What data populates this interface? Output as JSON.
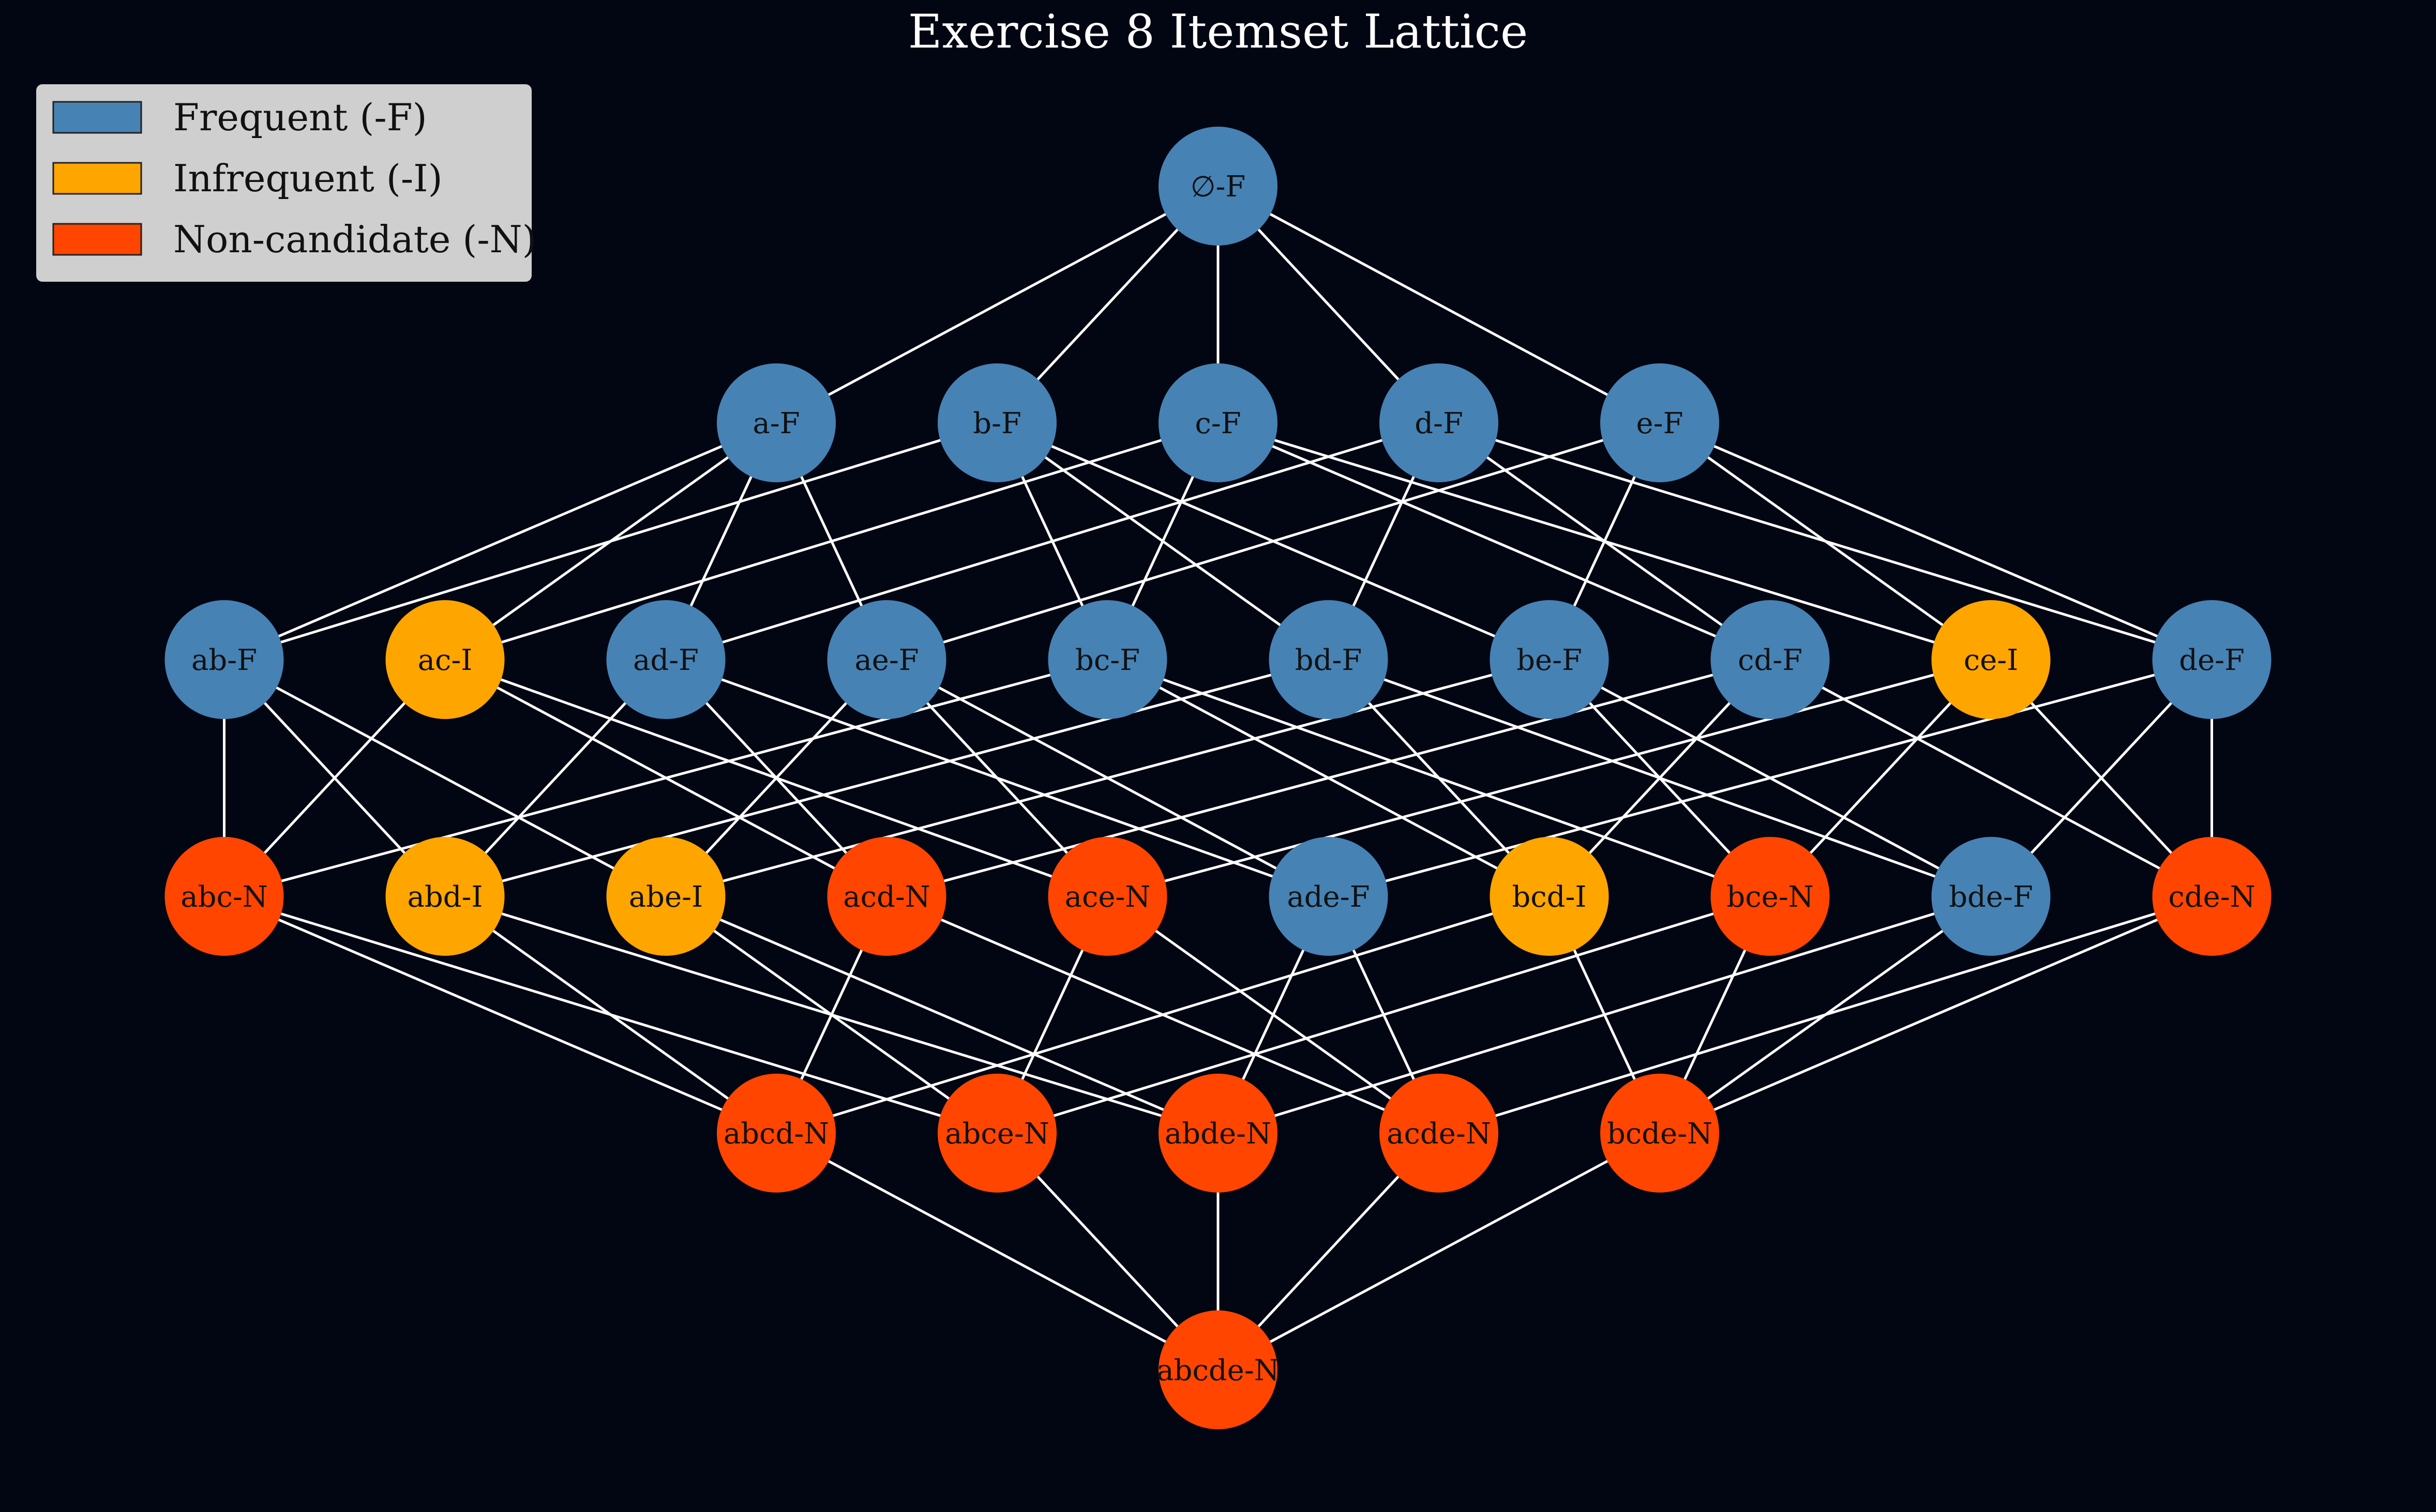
{
  "title": "Exercise 8 Itemset Lattice",
  "colors": {
    "background": "#020512",
    "frequent": "#4682b4",
    "infrequent": "#ffa500",
    "non_candidate": "#ff4500",
    "edge": "#ffffff",
    "legend_bg": "#cfcfcf"
  },
  "legend": [
    {
      "key": "F",
      "label": "Frequent (-F)"
    },
    {
      "key": "I",
      "label": "Infrequent (-I)"
    },
    {
      "key": "N",
      "label": "Non-candidate (-N)"
    }
  ],
  "items": [
    "a",
    "b",
    "c",
    "d",
    "e"
  ],
  "levels": [
    [
      {
        "set": "∅",
        "status": "F",
        "label": "∅-F"
      }
    ],
    [
      {
        "set": "a",
        "status": "F",
        "label": "a-F"
      },
      {
        "set": "b",
        "status": "F",
        "label": "b-F"
      },
      {
        "set": "c",
        "status": "F",
        "label": "c-F"
      },
      {
        "set": "d",
        "status": "F",
        "label": "d-F"
      },
      {
        "set": "e",
        "status": "F",
        "label": "e-F"
      }
    ],
    [
      {
        "set": "ab",
        "status": "F",
        "label": "ab-F"
      },
      {
        "set": "ac",
        "status": "I",
        "label": "ac-I"
      },
      {
        "set": "ad",
        "status": "F",
        "label": "ad-F"
      },
      {
        "set": "ae",
        "status": "F",
        "label": "ae-F"
      },
      {
        "set": "bc",
        "status": "F",
        "label": "bc-F"
      },
      {
        "set": "bd",
        "status": "F",
        "label": "bd-F"
      },
      {
        "set": "be",
        "status": "F",
        "label": "be-F"
      },
      {
        "set": "cd",
        "status": "F",
        "label": "cd-F"
      },
      {
        "set": "ce",
        "status": "I",
        "label": "ce-I"
      },
      {
        "set": "de",
        "status": "F",
        "label": "de-F"
      }
    ],
    [
      {
        "set": "abc",
        "status": "N",
        "label": "abc-N"
      },
      {
        "set": "abd",
        "status": "I",
        "label": "abd-I"
      },
      {
        "set": "abe",
        "status": "I",
        "label": "abe-I"
      },
      {
        "set": "acd",
        "status": "N",
        "label": "acd-N"
      },
      {
        "set": "ace",
        "status": "N",
        "label": "ace-N"
      },
      {
        "set": "ade",
        "status": "F",
        "label": "ade-F"
      },
      {
        "set": "bcd",
        "status": "I",
        "label": "bcd-I"
      },
      {
        "set": "bce",
        "status": "N",
        "label": "bce-N"
      },
      {
        "set": "bde",
        "status": "F",
        "label": "bde-F"
      },
      {
        "set": "cde",
        "status": "N",
        "label": "cde-N"
      }
    ],
    [
      {
        "set": "abcd",
        "status": "N",
        "label": "abcd-N"
      },
      {
        "set": "abce",
        "status": "N",
        "label": "abce-N"
      },
      {
        "set": "abde",
        "status": "N",
        "label": "abde-N"
      },
      {
        "set": "acde",
        "status": "N",
        "label": "acde-N"
      },
      {
        "set": "bcde",
        "status": "N",
        "label": "bcde-N"
      }
    ],
    [
      {
        "set": "abcde",
        "status": "N",
        "label": "abcde-N"
      }
    ]
  ]
}
